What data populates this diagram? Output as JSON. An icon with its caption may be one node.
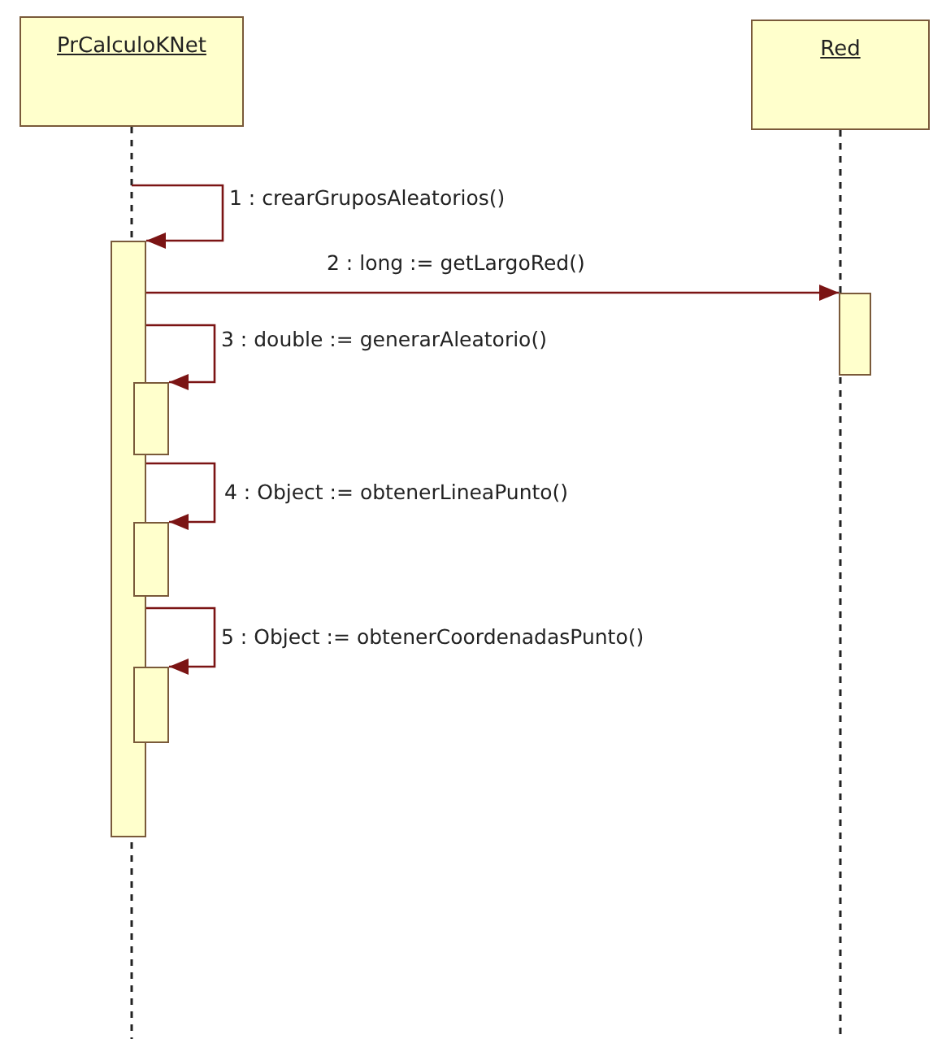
{
  "diagram": {
    "nodes": [
      {
        "text": [
          "PrCalculoKNet"
        ]
      },
      {
        "text": [
          "Red"
        ]
      },
      {
        "text": [],
        "shape": "bar"
      },
      {
        "text": [],
        "shape": "bar"
      },
      {
        "text": [],
        "shape": "bar"
      },
      {
        "text": [],
        "shape": "bar"
      },
      {
        "text": [],
        "shape": "bar"
      }
    ],
    "edges": [
      {
        "from": 0,
        "to": 2,
        "arrow": "to",
        "label": "1 : crearGruposAleatorios()"
      },
      {
        "from": 2,
        "to": 3,
        "arrow": "to",
        "label": "2 : long := getLargoRed()"
      },
      {
        "from": 2,
        "to": 4,
        "arrow": "to",
        "label": "3 : double := generarAleatorio()"
      },
      {
        "from": 2,
        "to": 5,
        "arrow": "to",
        "label": "4 : Object := obtenerLineaPunto()"
      },
      {
        "from": 2,
        "to": 6,
        "arrow": "to",
        "label": "5 : Object := obtenerCoordenadasPunto()"
      }
    ]
  }
}
